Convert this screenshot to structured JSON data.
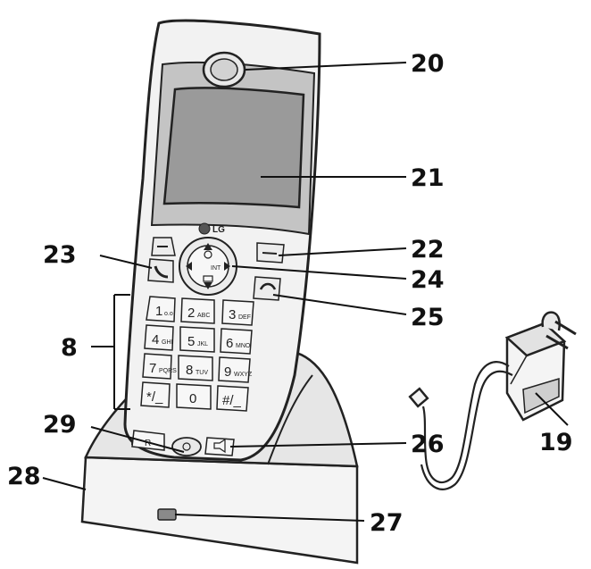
{
  "brand": "LG",
  "callouts": {
    "c20": "20",
    "c21": "21",
    "c22": "22",
    "c23": "23",
    "c24": "24",
    "c25": "25",
    "c8": "8",
    "c29": "29",
    "c26": "26",
    "c28": "28",
    "c27": "27",
    "c19": "19"
  },
  "keypad": {
    "k1": "1",
    "k1s": "o.o",
    "k2": "2",
    "k2s": "ABC",
    "k3": "3",
    "k3s": "DEF",
    "k4": "4",
    "k4s": "GHI",
    "k5": "5",
    "k5s": "JKL",
    "k6": "6",
    "k6s": "MNO",
    "k7": "7",
    "k7s": "PQRS",
    "k8": "8",
    "k8s": "TUV",
    "k9": "9",
    "k9s": "WXYZ",
    "kstar": "*/_",
    "k0": "0",
    "khash": "#/_",
    "r": "R",
    "int": "INT"
  },
  "colors": {
    "outline": "#222222",
    "screen": "#9a9a9a",
    "top_band": "#c4c4c4",
    "led": "#8a8a8a"
  }
}
